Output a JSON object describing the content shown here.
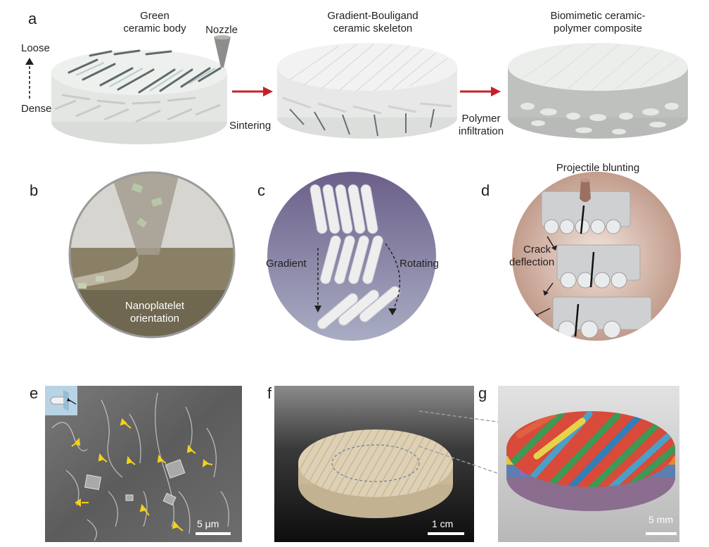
{
  "panels": {
    "a": {
      "label": "a",
      "stage1_title": [
        "Green",
        "ceramic body"
      ],
      "nozzle": "Nozzle",
      "loose": "Loose",
      "dense": "Dense",
      "sintering": "Sintering",
      "stage2_title": [
        "Gradient-Bouligand",
        "ceramic skeleton"
      ],
      "infiltration": [
        "Polymer",
        "infiltration"
      ],
      "stage3_title": [
        "Biomimetic ceramic-",
        "polymer composite"
      ]
    },
    "b": {
      "label": "b",
      "caption": [
        "Nanoplatelet",
        "orientation"
      ]
    },
    "c": {
      "label": "c",
      "gradient": "Gradient",
      "rotating": "Rotating"
    },
    "d": {
      "label": "d",
      "top": "Projectile blunting",
      "crack": [
        "Crack",
        "deflection"
      ]
    },
    "e": {
      "label": "e",
      "scale": "5 μm"
    },
    "f": {
      "label": "f",
      "scale": "1 cm"
    },
    "g": {
      "label": "g",
      "scale": "5 mm"
    }
  },
  "colors": {
    "arrow_red": "#c8202a",
    "sem_arrow": "#f4d21b",
    "disk_top": "#e8ebe8",
    "panel_c_bg": "#6d6a8e",
    "panel_d_bg": "#c9a797"
  }
}
